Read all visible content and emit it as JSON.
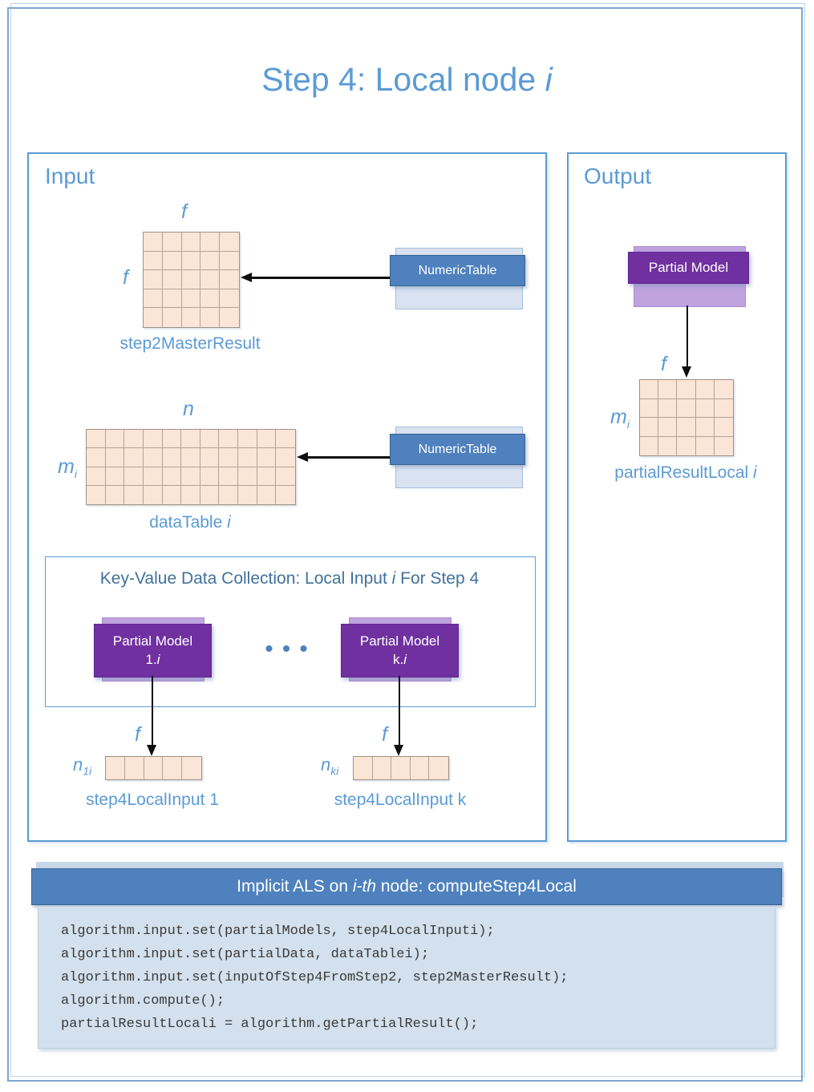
{
  "title": {
    "pre": "Step 4: Local node ",
    "italic": "i"
  },
  "colors": {
    "accent_blue": "#5b9bd5",
    "steel_blue_bar": "#4e81bd",
    "light_blue_back": "#d8e2f1",
    "purple": "#7030a0",
    "lavender": "#bfa2de",
    "cell_peach": "#fbe5d6",
    "code_bg": "#d3e0ed",
    "kv_title_blue": "#41719c"
  },
  "input_panel": {
    "heading": "Input",
    "numeric_table_label_1": "NumericTable",
    "numeric_table_label_2": "NumericTable",
    "step2": {
      "top_label": "f",
      "left_label": "f",
      "caption": "step2MasterResult",
      "grid": {
        "cols": 5,
        "rows": 5
      }
    },
    "data_table": {
      "top_label": "n",
      "left_base": "m",
      "left_sub": "i",
      "caption_pre": "dataTable ",
      "caption_italic": "i",
      "grid": {
        "cols": 11,
        "rows": 4
      }
    },
    "collection": {
      "title_pre": "Key-Value Data Collection: Local Input ",
      "title_italic": "i",
      "title_post": " For Step 4",
      "dots": "•••",
      "pm1": {
        "line1": "Partial Model",
        "line2_pre": "1.",
        "line2_italic": "i"
      },
      "pmk": {
        "line1": "Partial Model",
        "line2_pre": "k.",
        "line2_italic": "i"
      }
    },
    "local1": {
      "top_label": "f",
      "left_base": "n",
      "left_sub": "1i",
      "caption": "step4LocalInput 1",
      "grid": {
        "cols": 5,
        "rows": 1
      }
    },
    "localk": {
      "top_label": "f",
      "left_base": "n",
      "left_sub": "ki",
      "caption": "step4LocalInput k",
      "grid": {
        "cols": 5,
        "rows": 1
      }
    }
  },
  "output_panel": {
    "heading": "Output",
    "pm_label": "Partial Model",
    "top_label": "f",
    "left_base": "m",
    "left_sub": "i",
    "caption_pre": "partialResultLocal ",
    "caption_italic": "i",
    "grid": {
      "cols": 5,
      "rows": 4
    }
  },
  "code_section": {
    "header_pre": "Implicit ALS on ",
    "header_italic": "i-th",
    "header_post": " node: computeStep4Local",
    "lines": [
      "algorithm.input.set(partialModels, step4LocalInputi);",
      "algorithm.input.set(partialData, dataTablei);",
      "algorithm.input.set(inputOfStep4FromStep2, step2MasterResult);",
      "algorithm.compute();",
      "partialResultLocali = algorithm.getPartialResult();"
    ]
  }
}
